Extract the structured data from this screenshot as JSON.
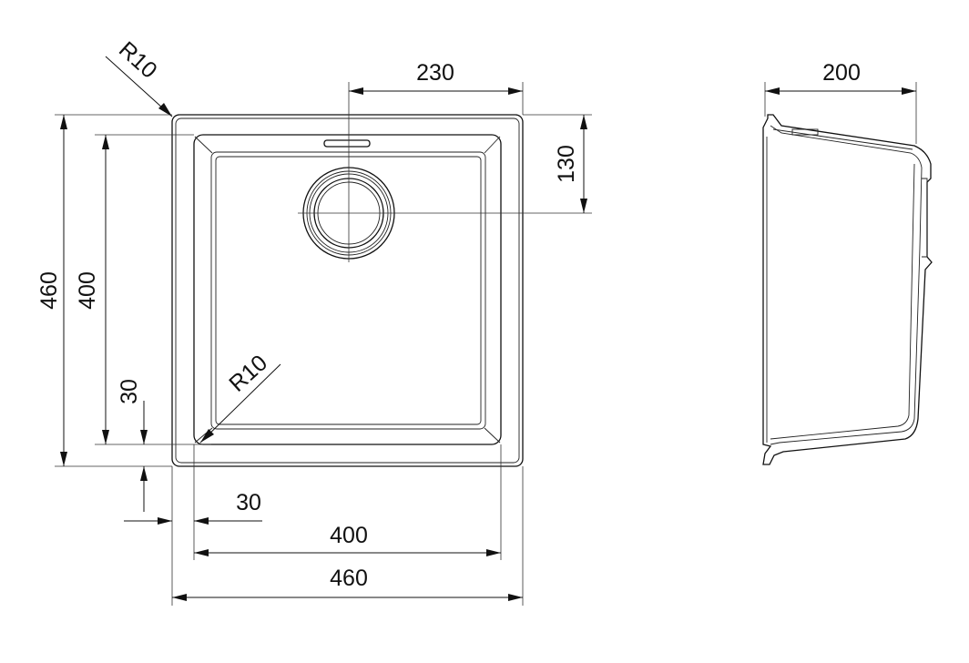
{
  "dimensions": {
    "outer_width": "460",
    "inner_width": "400",
    "outer_height": "460",
    "inner_height": "400",
    "rim_bottom": "30",
    "rim_left": "30",
    "drain_from_right": "230",
    "drain_from_top": "130",
    "depth": "200",
    "corner_radius_outer": "R10",
    "corner_radius_inner": "R10"
  }
}
